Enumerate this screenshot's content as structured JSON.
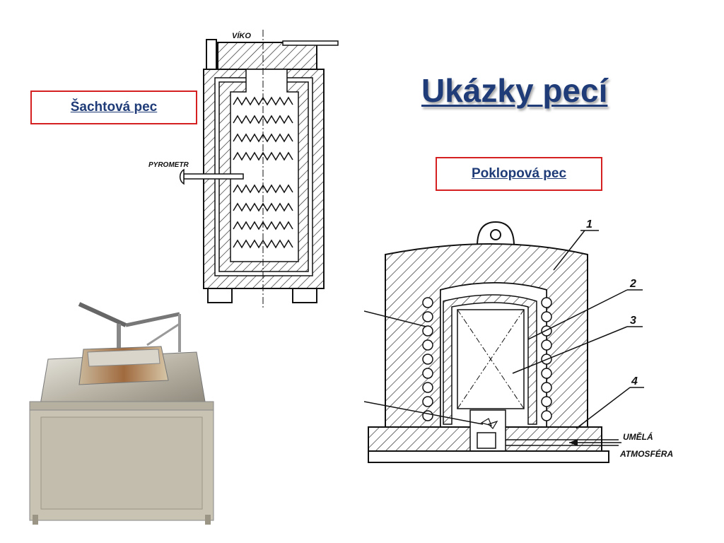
{
  "title": "Ukázky pecí",
  "shaft_furnace": {
    "label": "Šachtová pec",
    "lid_label": "VÍKO",
    "pyrometer_label": "PYROMETR"
  },
  "bell_furnace": {
    "label": "Poklopová pec",
    "callouts": [
      "1",
      "2",
      "3",
      "4"
    ],
    "atmosphere_line1": "UMĚLÁ",
    "atmosphere_line2": "ATMOSFÉRA"
  },
  "colors": {
    "title": "#1f3c78",
    "label_border": "#d42020",
    "label_text": "#1f3c78"
  }
}
